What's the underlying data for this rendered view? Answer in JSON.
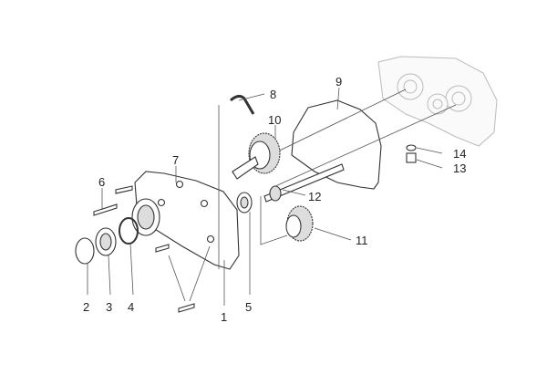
{
  "diagram": {
    "type": "exploded parts diagram",
    "callouts": [
      {
        "id": "1",
        "label": "1"
      },
      {
        "id": "2",
        "label": "2"
      },
      {
        "id": "3",
        "label": "3"
      },
      {
        "id": "4",
        "label": "4"
      },
      {
        "id": "5",
        "label": "5"
      },
      {
        "id": "6",
        "label": "6"
      },
      {
        "id": "7",
        "label": "7"
      },
      {
        "id": "8",
        "label": "8"
      },
      {
        "id": "9",
        "label": "9"
      },
      {
        "id": "10",
        "label": "10"
      },
      {
        "id": "11",
        "label": "11"
      },
      {
        "id": "12",
        "label": "12"
      },
      {
        "id": "13",
        "label": "13"
      },
      {
        "id": "14",
        "label": "14"
      }
    ]
  }
}
